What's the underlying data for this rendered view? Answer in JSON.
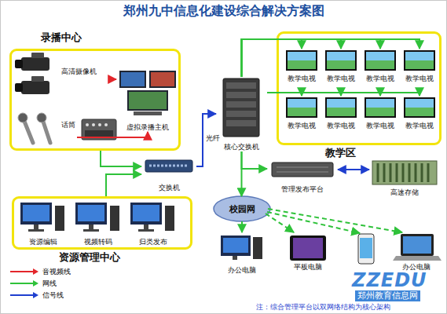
{
  "diagram": {
    "title": "郑州九中信息化建设综合解决方案图",
    "nodes": [
      {
        "text": [
          "录播中心"
        ]
      },
      {
        "text": [
          "高清摄像机"
        ],
        "in": 0
      },
      {
        "text": [
          "话筒"
        ],
        "in": 0
      },
      {
        "text": [
          "虚拟录播主机"
        ],
        "in": 0
      },
      {
        "text": [
          "交换机"
        ]
      },
      {
        "text": [
          "资源管理中心"
        ]
      },
      {
        "text": [
          "资源编辑"
        ],
        "in": 5
      },
      {
        "text": [
          "视频转码"
        ],
        "in": 5
      },
      {
        "text": [
          "归类发布"
        ],
        "in": 5
      },
      {
        "text": [
          "核心交换机"
        ]
      },
      {
        "text": [
          "教学区"
        ]
      },
      {
        "text": [
          "教学电视"
        ],
        "in": 10
      },
      {
        "text": [
          "教学电视"
        ],
        "in": 10
      },
      {
        "text": [
          "教学电视"
        ],
        "in": 10
      },
      {
        "text": [
          "教学电视"
        ],
        "in": 10
      },
      {
        "text": [
          "教学电视"
        ],
        "in": 10
      },
      {
        "text": [
          "教学电视"
        ],
        "in": 10
      },
      {
        "text": [
          "教学电视"
        ],
        "in": 10
      },
      {
        "text": [
          "教学电视"
        ],
        "in": 10
      },
      {
        "text": [
          "管理发布平台"
        ]
      },
      {
        "text": [
          "高速存储"
        ]
      },
      {
        "text": [
          "校园网"
        ]
      },
      {
        "text": [
          "办公电脑"
        ]
      },
      {
        "text": [
          "平板电脑"
        ]
      },
      {
        "text": [
          "办公电脑"
        ]
      }
    ],
    "edges": [
      {
        "from": 1,
        "to": 3,
        "arrow": "to"
      },
      {
        "from": 2,
        "to": 3,
        "arrow": "to"
      },
      {
        "from": 0,
        "to": 4,
        "arrow": "to"
      },
      {
        "from": 5,
        "to": 4,
        "arrow": "to"
      },
      {
        "from": 4,
        "to": 9,
        "label": "光纤",
        "arrow": "to"
      },
      {
        "from": 9,
        "to": 11,
        "arrow": "to"
      },
      {
        "from": 9,
        "to": 12,
        "arrow": "to"
      },
      {
        "from": 9,
        "to": 13,
        "arrow": "to"
      },
      {
        "from": 9,
        "to": 14,
        "arrow": "to"
      },
      {
        "from": 9,
        "to": 15,
        "arrow": "to"
      },
      {
        "from": 9,
        "to": 16,
        "arrow": "to"
      },
      {
        "from": 9,
        "to": 17,
        "arrow": "to"
      },
      {
        "from": 9,
        "to": 18,
        "arrow": "to"
      },
      {
        "from": 9,
        "to": 19,
        "arrow": "to"
      },
      {
        "from": 9,
        "to": 21,
        "arrow": "to"
      },
      {
        "from": 19,
        "to": 20,
        "arrow": "both"
      },
      {
        "from": 21,
        "to": 22,
        "arrow": "to"
      },
      {
        "from": 21,
        "to": 23,
        "arrow": "to"
      },
      {
        "from": 21,
        "to": 24,
        "arrow": "to"
      }
    ],
    "labels": [
      "注：综合管理平台以双网络结构为核心架构",
      "ZZEDU",
      "郑州教育信息网"
    ],
    "legend": [
      {
        "text": "音视频线",
        "color": "#e3262b"
      },
      {
        "text": "网线",
        "color": "#2fc23a"
      },
      {
        "text": "信号线",
        "color": "#1f3fcf"
      }
    ]
  }
}
